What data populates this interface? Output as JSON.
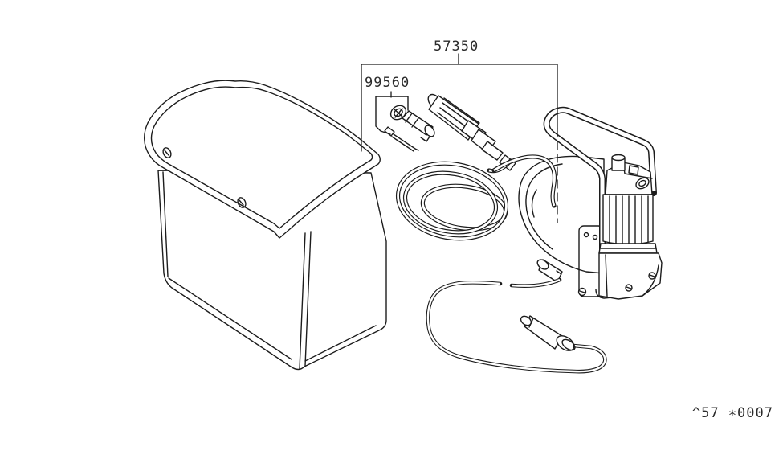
{
  "page": {
    "background": "#ffffff",
    "line_color": "#1c1c1c"
  },
  "labels": {
    "kit_part_number": "57350",
    "connector_part_number": "99560",
    "footer_code": "^57 ∗0007"
  }
}
